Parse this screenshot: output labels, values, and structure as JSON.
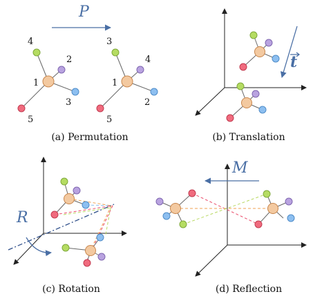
{
  "panels": {
    "permutation": {
      "caption": "(a)  Permutation",
      "operator": "P",
      "left_labels": [
        "4",
        "2",
        "1",
        "3",
        "5"
      ],
      "right_labels": [
        "3",
        "4",
        "1",
        "2",
        "5"
      ]
    },
    "translation": {
      "caption": "(b)  Translation",
      "operator": "⃗t"
    },
    "rotation": {
      "caption": "(c)  Rotation",
      "operator": "R"
    },
    "reflection": {
      "caption": "(d)  Reflection",
      "operator": "M"
    }
  },
  "colors": {
    "center": "#f3c9a0",
    "center_stroke": "#c9874e",
    "green": "#b5dc62",
    "purple": "#b9a3e0",
    "blue": "#8dbff0",
    "red": "#f06b7e",
    "arrow": "#4a6fa5",
    "dash_red": "#ea4a6a",
    "dash_orange": "#f0a050",
    "dash_green": "#b8d860"
  }
}
